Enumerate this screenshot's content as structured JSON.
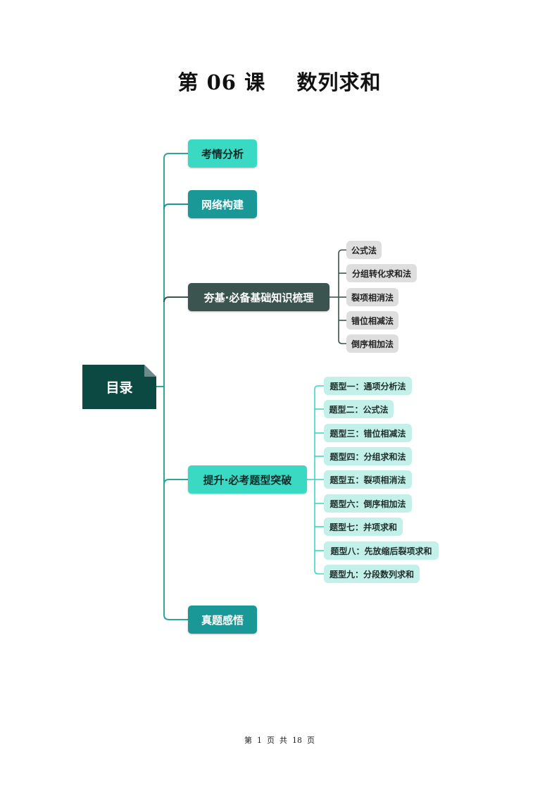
{
  "title": "第 06 课    数列求和",
  "root": {
    "label": "目录"
  },
  "sections": {
    "s1": "考情分析",
    "s2": "网络构建",
    "s3": "夯基·必备基础知识梳理",
    "s4": "提升·必考题型突破",
    "s5": "真题感悟"
  },
  "knowledge_items": [
    "公式法",
    "分组转化求和法",
    "裂项相消法",
    "错位相减法",
    "倒序相加法"
  ],
  "question_types": [
    "题型一：通项分析法",
    "题型二：公式法",
    "题型三：错位相减法",
    "题型四：分组求和法",
    "题型五：裂项相消法",
    "题型六：倒序相加法",
    "题型七：并项求和",
    "题型八：先放缩后裂项求和",
    "题型九：分段数列求和"
  ],
  "colors": {
    "teal_light": "#3ad9c3",
    "teal_dark": "#1a9898",
    "slate": "#3c5450",
    "root": "#0d4943",
    "leaf_gray": "#dedede",
    "leaf_teal": "#c3f0e8"
  },
  "footer": "第  1  页  共  18  页"
}
